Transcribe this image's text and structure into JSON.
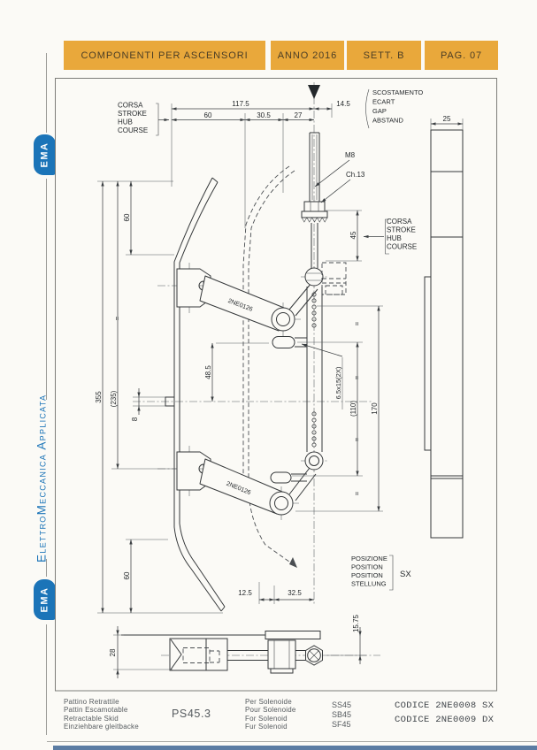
{
  "header": {
    "title": "COMPONENTI PER ASCENSORI",
    "year": "ANNO 2016",
    "section": "SETT. B",
    "page": "PAG. 07"
  },
  "sidebar": {
    "logo": "EMA",
    "company": "ElettroMeccanica Applicata"
  },
  "drawing": {
    "dims": {
      "total_width": "117.5",
      "stroke_60": "60",
      "w305": "30.5",
      "w27": "27",
      "gap": "14.5",
      "rail_width": "25",
      "stroke_45": "45",
      "h355": "355",
      "h235": "(235)",
      "left60top": "60",
      "left60bottom": "60",
      "hole8": "8",
      "h485": "48.5",
      "h170": "170",
      "h110": "(110)",
      "slot": "6.5x15(2X)",
      "w125": "12.5",
      "w325": "32.5",
      "depth28": "28",
      "d1575": "15.75"
    },
    "labels": {
      "thread": "M8",
      "hex": "Ch.13",
      "arm_code": "2NE0126",
      "equal": "=",
      "position_side": "SX"
    },
    "blocks": {
      "corsa": [
        "CORSA",
        "STROKE",
        "HUB",
        "COURSE"
      ],
      "scostamento": [
        "SCOSTAMENTO",
        "ECART",
        "GAP",
        "ABSTAND"
      ],
      "posizione": [
        "POSIZIONE",
        "POSITION",
        "POSITION",
        "STELLUNG"
      ]
    }
  },
  "footer": {
    "product": [
      "Pattino Retrattile",
      "Pattin Escamotable",
      "Retractable Skid",
      "Einziehbare gleitbacke"
    ],
    "model": "PS45.3",
    "solenoid": [
      "Per Solenoide",
      "Pour Solenoide",
      "For Solenoid",
      "Fur Solenoid"
    ],
    "solenoid_models": [
      "SS45",
      "SB45",
      "SF45"
    ],
    "codes": [
      "CODICE 2NE0008 SX",
      "CODICE 2NE0009 DX"
    ]
  }
}
